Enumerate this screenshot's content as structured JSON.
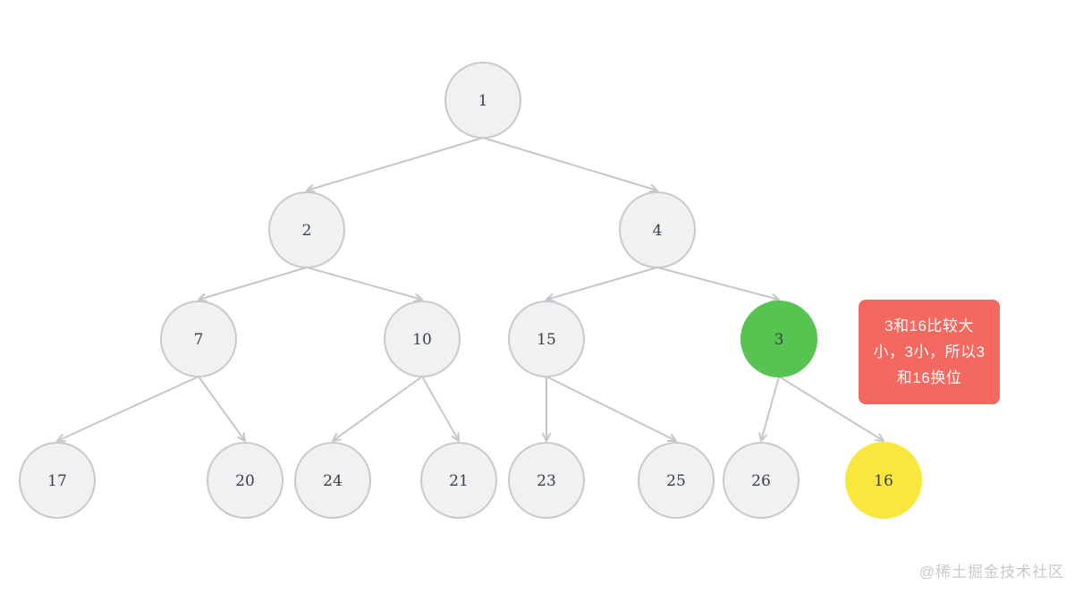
{
  "diagram": {
    "type": "binary-tree",
    "nodes": [
      {
        "id": "1",
        "value": "1",
        "state": "default"
      },
      {
        "id": "2",
        "value": "2",
        "state": "default"
      },
      {
        "id": "4",
        "value": "4",
        "state": "default"
      },
      {
        "id": "7",
        "value": "7",
        "state": "default"
      },
      {
        "id": "10",
        "value": "10",
        "state": "default"
      },
      {
        "id": "15",
        "value": "15",
        "state": "default"
      },
      {
        "id": "3",
        "value": "3",
        "state": "highlight-green"
      },
      {
        "id": "17",
        "value": "17",
        "state": "default"
      },
      {
        "id": "20",
        "value": "20",
        "state": "default"
      },
      {
        "id": "24",
        "value": "24",
        "state": "default"
      },
      {
        "id": "21",
        "value": "21",
        "state": "default"
      },
      {
        "id": "23",
        "value": "23",
        "state": "default"
      },
      {
        "id": "25",
        "value": "25",
        "state": "default"
      },
      {
        "id": "26",
        "value": "26",
        "state": "default"
      },
      {
        "id": "16",
        "value": "16",
        "state": "highlight-yellow"
      }
    ],
    "edges": [
      [
        "1",
        "2"
      ],
      [
        "1",
        "4"
      ],
      [
        "2",
        "7"
      ],
      [
        "2",
        "10"
      ],
      [
        "4",
        "15"
      ],
      [
        "4",
        "3"
      ],
      [
        "7",
        "17"
      ],
      [
        "7",
        "20"
      ],
      [
        "10",
        "24"
      ],
      [
        "10",
        "21"
      ],
      [
        "15",
        "23"
      ],
      [
        "15",
        "25"
      ],
      [
        "3",
        "26"
      ],
      [
        "3",
        "16"
      ]
    ],
    "colors": {
      "node_fill": "#f0f1f2",
      "node_stroke": "#c7cacd",
      "edge": "#c4c7ca",
      "node_text": "#3a3f44",
      "green": "#57c452",
      "yellow": "#f9e73e"
    }
  },
  "annotation": {
    "lines": [
      "3和16比较大",
      "小，3小，所以3",
      "和16换位"
    ],
    "bg": "#f4695f",
    "text_color": "#ffffff"
  },
  "watermark": {
    "text": "@稀土掘金技术社区"
  }
}
